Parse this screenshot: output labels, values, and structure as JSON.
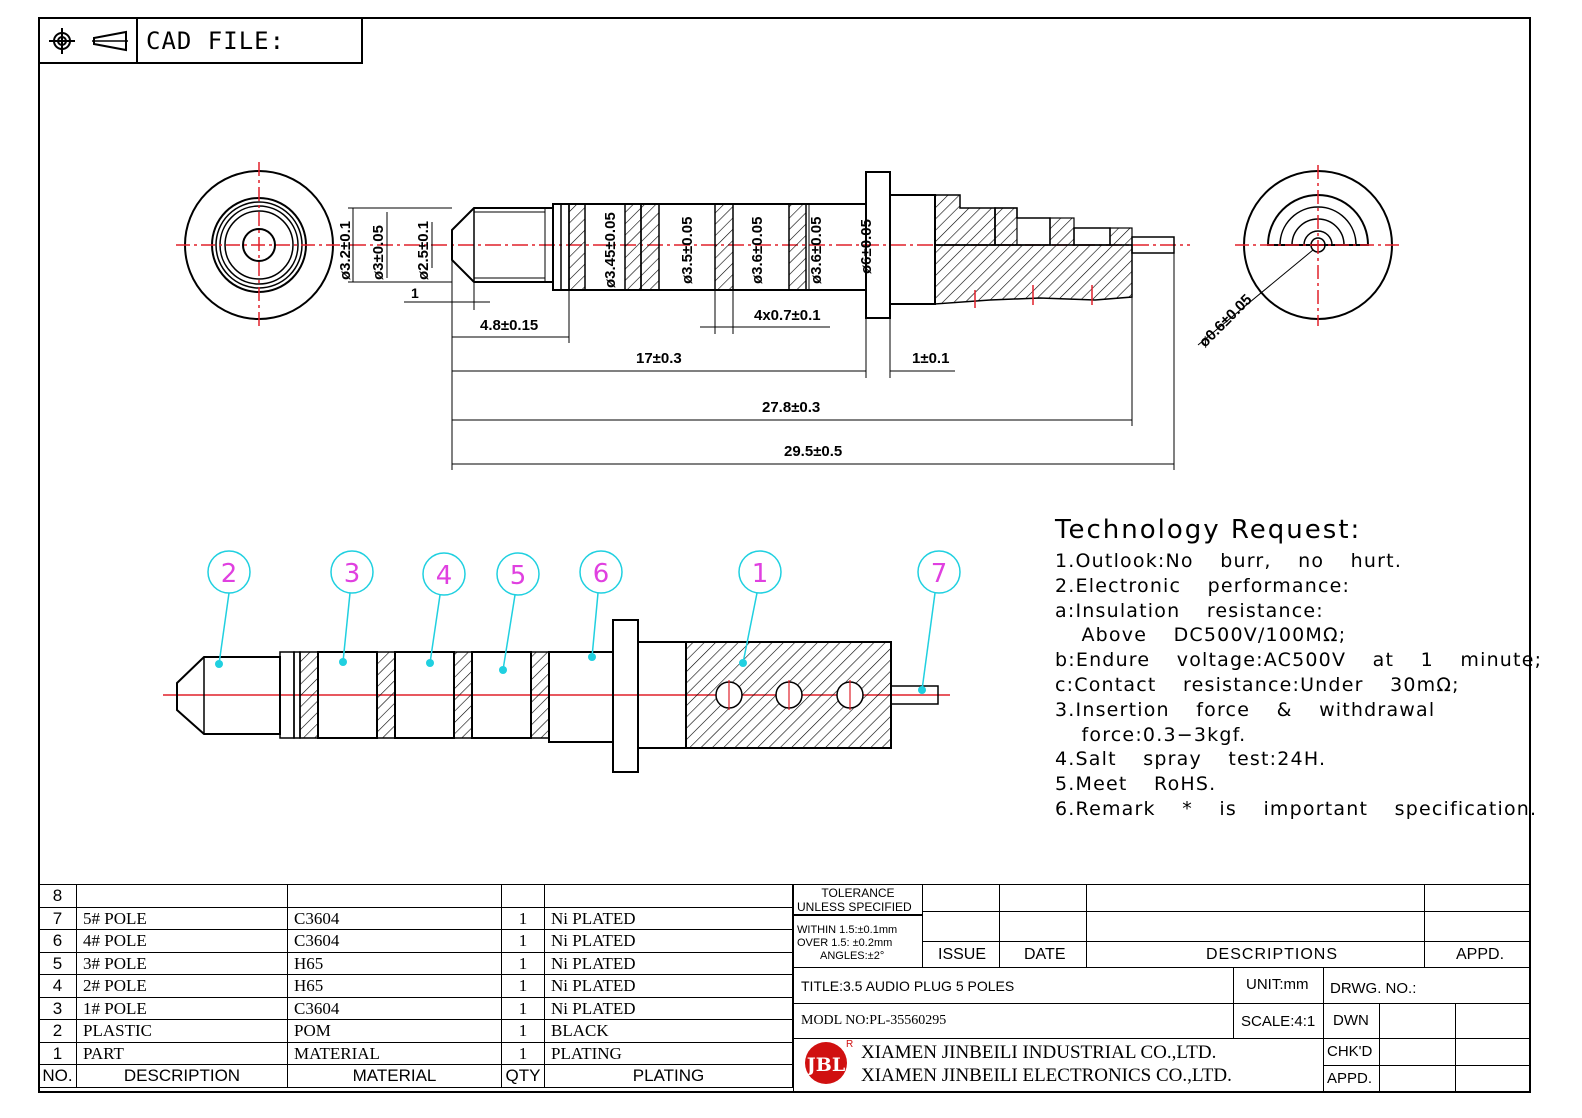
{
  "header": {
    "cad_label": "CAD FILE:",
    "icons": [
      "crosshair-circle-icon",
      "projection-cone-icon"
    ]
  },
  "dimensions": {
    "d_3_2": "ø3.2±0.1",
    "d_3": "ø3±0.05",
    "d_2_5": "ø2.5±0.1",
    "d_3_45": "ø3.45±0.05",
    "d_3_5": "ø3.5±0.05",
    "d_3_6a": "ø3.6±0.05",
    "d_3_6b": "ø3.6±0.05",
    "d_6": "ø6±0.05",
    "d_0_6": "ø0.6±0.05",
    "one": "1",
    "len_4_8": "4.8±0.15",
    "len_4x0_7": "4x0.7±0.1",
    "len_17": "17±0.3",
    "len_1": "1±0.1",
    "len_27_8": "27.8±0.3",
    "len_29_5": "29.5±0.5"
  },
  "callouts": [
    "2",
    "3",
    "4",
    "5",
    "6",
    "1",
    "7"
  ],
  "tech_request": {
    "title": "Technology  Request:",
    "lines": [
      "1.Outlook:No  burr,  no  hurt.",
      "2.Electronic  performance:",
      "a:Insulation  resistance:",
      "  Above  DC500V/100MΩ;",
      "b:Endure  voltage:AC500V  at  1  minute;",
      "c:Contact  resistance:Under  30mΩ;",
      "3.Insertion  force  &  withdrawal",
      "  force:0.3−3kgf.",
      "4.Salt  spray  test:24H.",
      "5.Meet  RoHS.",
      "6.Remark  *  is  important  specification."
    ]
  },
  "parts_table": {
    "header": [
      "NO.",
      "DESCRIPTION",
      "MATERIAL",
      "QTY",
      "PLATING"
    ],
    "rows": [
      [
        "8",
        "",
        "",
        "",
        ""
      ],
      [
        "7",
        "5# POLE",
        "C3604",
        "1",
        "Ni PLATED"
      ],
      [
        "6",
        "4# POLE",
        "C3604",
        "1",
        "Ni PLATED"
      ],
      [
        "5",
        "3# POLE",
        "H65",
        "1",
        "Ni PLATED"
      ],
      [
        "4",
        "2# POLE",
        "H65",
        "1",
        "Ni PLATED"
      ],
      [
        "3",
        "1# POLE",
        "C3604",
        "1",
        "Ni PLATED"
      ],
      [
        "2",
        "PLASTIC",
        "POM",
        "1",
        "BLACK"
      ],
      [
        "1",
        "PART",
        "MATERIAL",
        "1",
        "PLATING"
      ]
    ]
  },
  "title_block": {
    "tolerance_title": "TOLERANCE",
    "tolerance_sub": "UNLESS SPECIFIED",
    "tol_within": "WITHIN 1.5:±0.1mm",
    "tol_over": "OVER 1.5: ±0.2mm",
    "tol_angles": "ANGLES:±2°",
    "issue": "ISSUE",
    "date": "DATE",
    "descriptions": "DESCRIPTIONS",
    "appd_header": "APPD.",
    "title": "TITLE:3.5  AUDIO  PLUG  5  POLES",
    "unit": "UNIT:mm",
    "drwg_no": "DRWG.  NO.:",
    "model_no": "MODL NO:PL-35560295",
    "scale": "SCALE:4:1",
    "dwn": "DWN",
    "chkd": "CHK'D",
    "appd": "APPD.",
    "company_1": "XIAMEN JINBEILI INDUSTRIAL CO.,LTD.",
    "company_2": "XIAMEN JINBEILI ELECTRONICS CO.,LTD.",
    "logo_letters": "JBL",
    "logo_mark": "R"
  },
  "colors": {
    "centerline": "#e0202a",
    "callout": "#e040e0",
    "leader": "#20d0e0",
    "logo": "#d01010"
  }
}
